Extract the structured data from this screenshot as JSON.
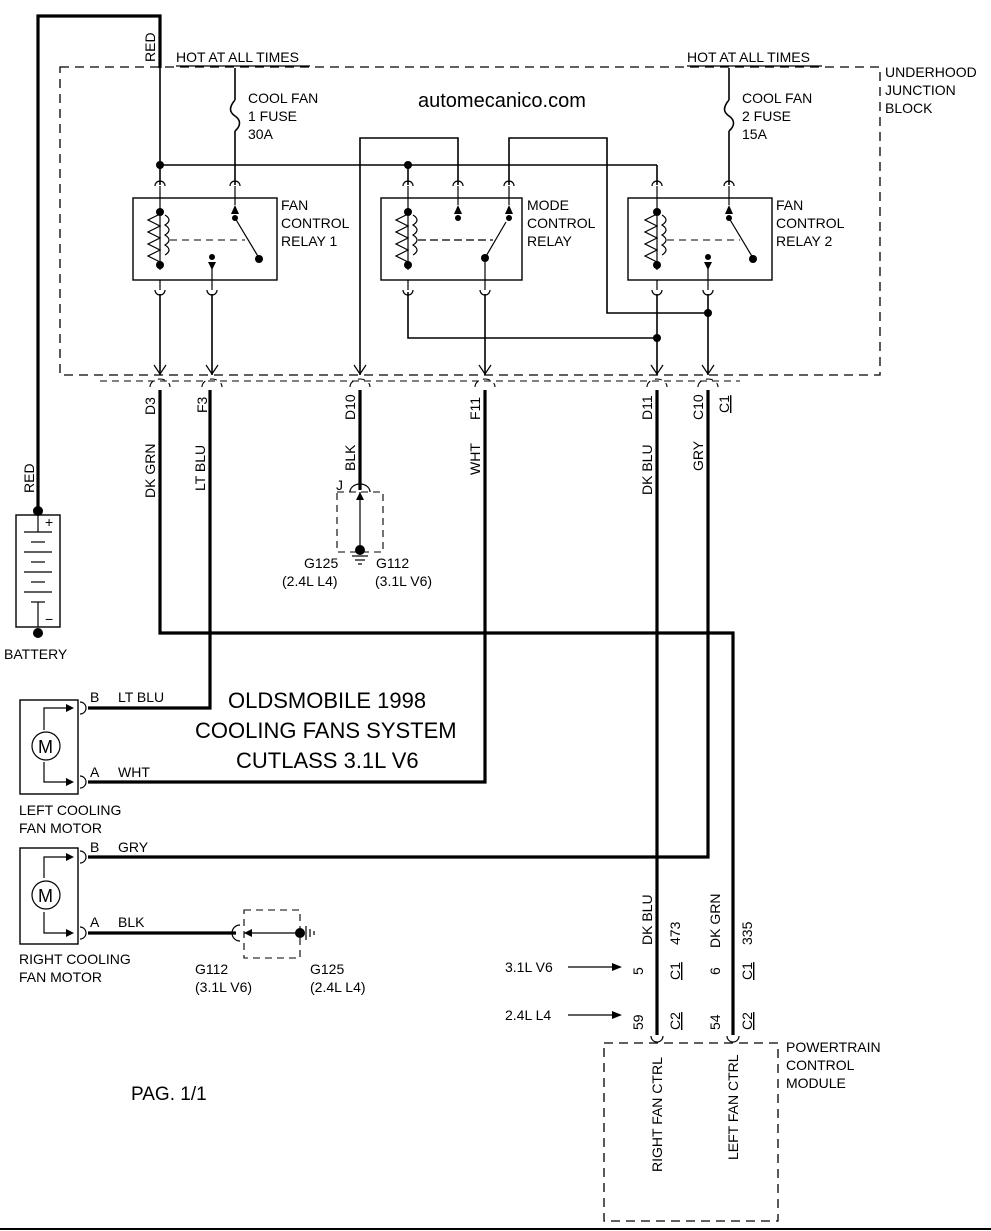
{
  "watermark": "automecanico.com",
  "title": {
    "line1": "OLDSMOBILE 1998",
    "line2": "COOLING FANS SYSTEM",
    "line3": "CUTLASS 3.1L V6"
  },
  "page_label": "PAG. 1/1",
  "hot_at_all_times": "HOT AT ALL TIMES",
  "underhood_block": {
    "line1": "UNDERHOOD",
    "line2": "JUNCTION",
    "line3": "BLOCK"
  },
  "fuses": [
    {
      "line1": "COOL FAN",
      "line2": "1 FUSE",
      "line3": "30A"
    },
    {
      "line1": "COOL FAN",
      "line2": "2 FUSE",
      "line3": "15A"
    }
  ],
  "relays": [
    {
      "line1": "FAN",
      "line2": "CONTROL",
      "line3": "RELAY 1"
    },
    {
      "line1": "MODE",
      "line2": "CONTROL",
      "line3": "RELAY"
    },
    {
      "line1": "FAN",
      "line2": "CONTROL",
      "line3": "RELAY 2"
    }
  ],
  "battery": {
    "label": "BATTERY",
    "wire_color": "RED",
    "plus": "+",
    "minus": "−"
  },
  "top_red": "RED",
  "connectors": [
    "D3",
    "F3",
    "D10",
    "F11",
    "D11",
    "C10",
    "C1"
  ],
  "wire_colors": {
    "d3": "DK GRN",
    "f3": "LT BLU",
    "d10": "BLK",
    "f11": "WHT",
    "d11": "DK BLU",
    "c10": "GRY"
  },
  "ground_top": {
    "pin": "J",
    "left_name": "G125",
    "left_sub": "(2.4L L4)",
    "right_name": "G112",
    "right_sub": "(3.1L V6)"
  },
  "left_motor": {
    "label1": "LEFT COOLING",
    "label2": "FAN MOTOR",
    "symbol": "M",
    "pin_b": "B",
    "pin_b_color": "LT BLU",
    "pin_a": "A",
    "pin_a_color": "WHT"
  },
  "right_motor": {
    "label1": "RIGHT COOLING",
    "label2": "FAN MOTOR",
    "symbol": "M",
    "pin_b": "B",
    "pin_b_color": "GRY",
    "pin_a": "A",
    "pin_a_color": "BLK"
  },
  "ground_bottom": {
    "left_name": "G112",
    "left_sub": "(3.1L V6)",
    "right_name": "G125",
    "right_sub": "(2.4L L4)"
  },
  "pcm": {
    "line1": "POWERTRAIN",
    "line2": "CONTROL",
    "line3": "MODULE",
    "right_ctrl": "RIGHT FAN CTRL",
    "left_ctrl": "LEFT FAN CTRL",
    "col1_color": "DK BLU",
    "col1_circuit": "473",
    "col2_color": "DK GRN",
    "col2_circuit": "335",
    "engine_31": "3.1L V6",
    "engine_24": "2.4L L4",
    "pin_31_right": "5",
    "pin_31_left": "6",
    "pin_24_right": "59",
    "pin_24_left": "54",
    "conn_c1": "C1",
    "conn_c2": "C2"
  }
}
